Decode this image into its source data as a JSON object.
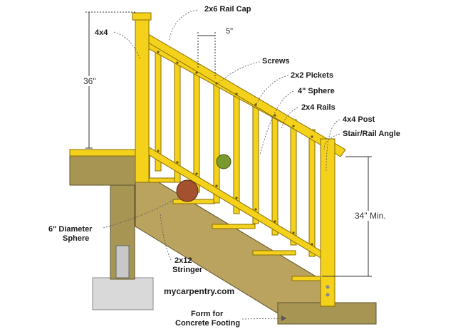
{
  "labels": {
    "rail_cap": "2x6 Rail Cap",
    "post_top": "4x4",
    "pickets_spacing": "5\"",
    "screws": "Screws",
    "pickets": "2x2 Pickets",
    "sphere": "4\" Sphere",
    "rails": "2x4 Rails",
    "post": "4x4 Post",
    "angle": "Stair/Rail Angle",
    "sphere6_line1": "6\" Diameter",
    "sphere6_line2": "Sphere",
    "stringer_line1": "2x12",
    "stringer_line2": "Stringer",
    "site": "mycarpentry.com",
    "footing_line1": "Form for",
    "footing_line2": "Concrete Footing"
  },
  "dimensions": {
    "height_top": "36\"",
    "height_stair": "34\" Min."
  },
  "colors": {
    "lumber": "#f4d21c",
    "lumber_edge": "#8a6d00",
    "stringer": "#b9a35e",
    "deck": "#a79554",
    "concrete": "#d9d9d9",
    "sphere_small": "#7a9a2e",
    "sphere_large": "#a4512f",
    "leader": "#555555"
  }
}
